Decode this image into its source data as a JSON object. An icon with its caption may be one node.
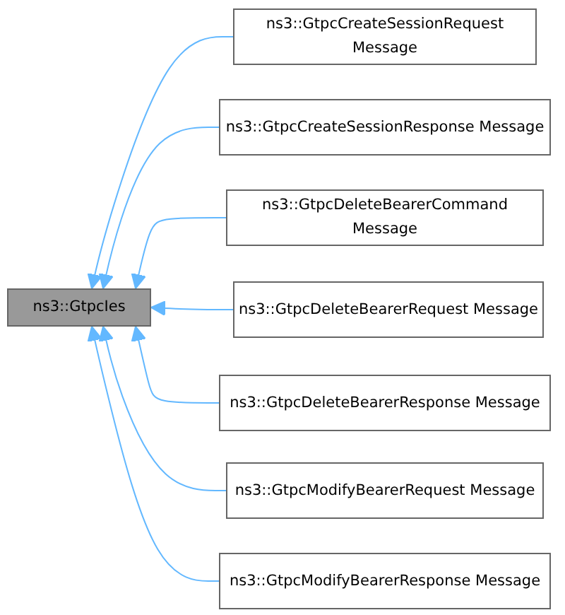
{
  "diagram": {
    "nodes": [
      {
        "text": [
          "ns3::GtpcIes"
        ]
      },
      {
        "text": [
          "ns3::GtpcCreateSessionRequest Message"
        ]
      },
      {
        "text": [
          "ns3::GtpcCreateSessionResponse Message"
        ]
      },
      {
        "text": [
          "ns3::GtpcDeleteBearerCommand Message"
        ]
      },
      {
        "text": [
          "ns3::GtpcDeleteBearerRequest Message"
        ]
      },
      {
        "text": [
          "ns3::GtpcDeleteBearerResponse Message"
        ]
      },
      {
        "text": [
          "ns3::GtpcModifyBearerRequest Message"
        ]
      },
      {
        "text": [
          "ns3::GtpcModifyBearerResponse Message"
        ]
      }
    ],
    "edges": [
      {
        "from": 1,
        "to": 0,
        "arrow": "to"
      },
      {
        "from": 2,
        "to": 0,
        "arrow": "to"
      },
      {
        "from": 3,
        "to": 0,
        "arrow": "to"
      },
      {
        "from": 4,
        "to": 0,
        "arrow": "to"
      },
      {
        "from": 5,
        "to": 0,
        "arrow": "to"
      },
      {
        "from": 6,
        "to": 0,
        "arrow": "to"
      },
      {
        "from": 7,
        "to": 0,
        "arrow": "to"
      }
    ]
  }
}
